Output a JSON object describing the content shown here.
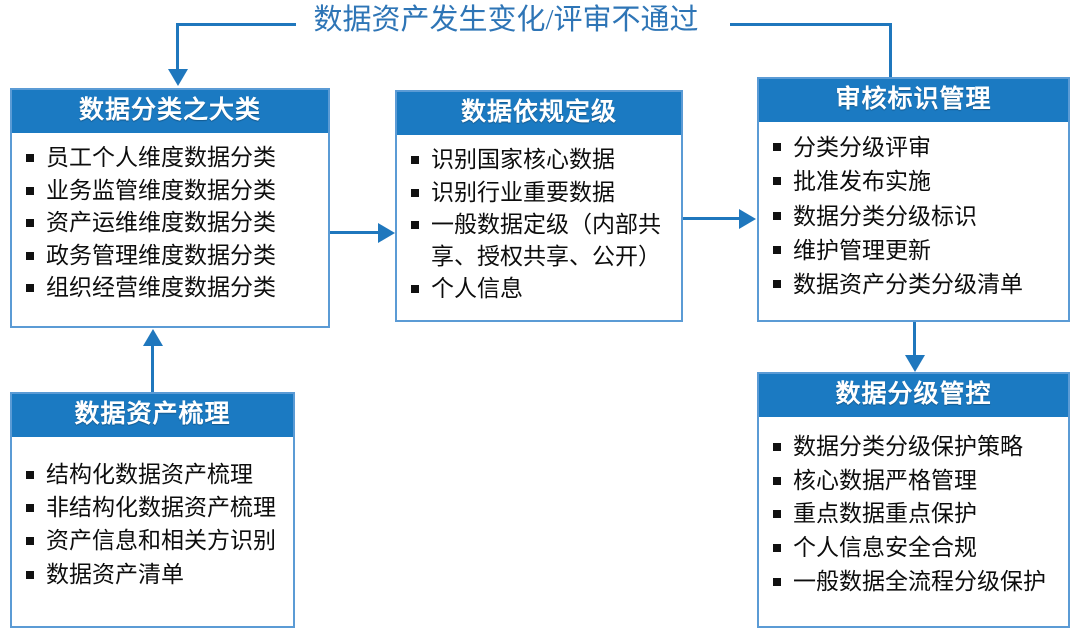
{
  "diagram": {
    "title_label": "数据资产发生变化/评审不通过",
    "accent_color": "#1B7AC2",
    "border_color": "#5B9BD5",
    "connector_color": "#1F77BD",
    "label_color": "#2E75B6"
  },
  "boxes": {
    "data_category": {
      "title": "数据分类之大类",
      "items": [
        "员工个人维度数据分类",
        "业务监管维度数据分类",
        "资产运维维度数据分类",
        "政务管理维度数据分类",
        "组织经营维度数据分类"
      ]
    },
    "data_grading": {
      "title": "数据依规定级",
      "items": [
        "识别国家核心数据",
        "识别行业重要数据",
        "一般数据定级（内部共享、授权共享、公开）",
        "个人信息"
      ]
    },
    "audit_mark": {
      "title": "审核标识管理",
      "items": [
        "分类分级评审",
        "批准发布实施",
        "数据分类分级标识",
        "维护管理更新",
        "数据资产分类分级清单"
      ]
    },
    "asset_survey": {
      "title": "数据资产梳理",
      "items": [
        "结构化数据资产梳理",
        "非结构化数据资产梳理",
        "资产信息和相关方识别",
        "数据资产清单"
      ]
    },
    "level_control": {
      "title": "数据分级管控",
      "items": [
        "数据分类分级保护策略",
        "核心数据严格管理",
        "重点数据重点保护",
        "个人信息安全合规",
        "一般数据全流程分级保护"
      ]
    }
  }
}
